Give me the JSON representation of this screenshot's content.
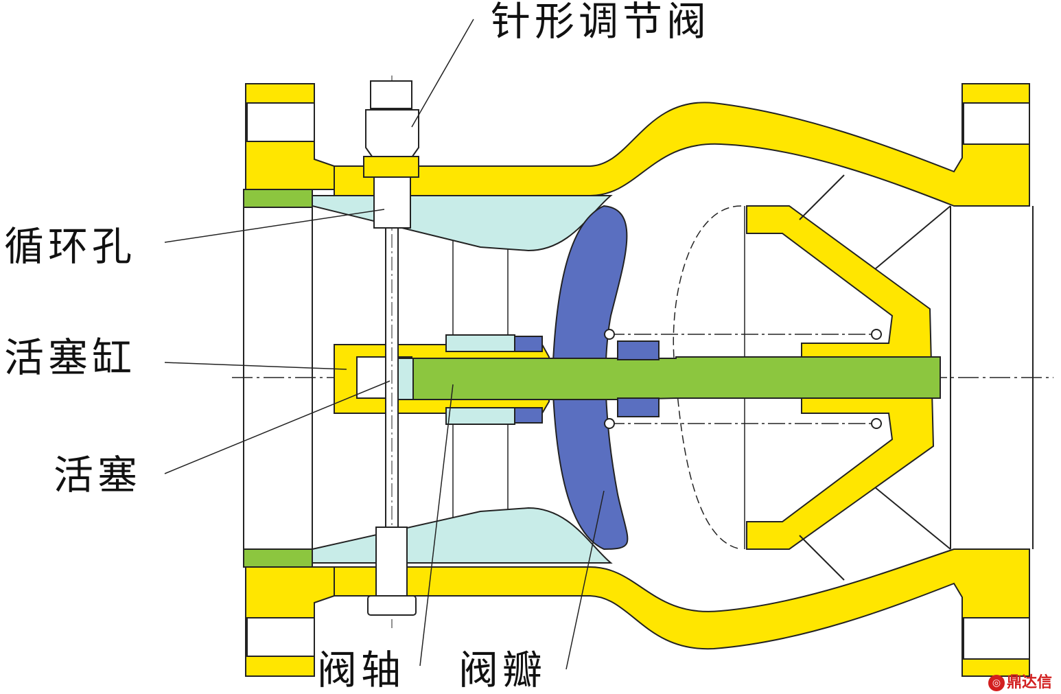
{
  "labels": {
    "needle_valve": "针形调节阀",
    "circulation_hole": "循环孔",
    "piston_cylinder": "活塞缸",
    "piston": "活塞",
    "valve_shaft": "阀轴",
    "valve_disc": "阀瓣"
  },
  "watermark": "鼎达信",
  "colors": {
    "body": "#ffe600",
    "piston_shaft": "#8cc63f",
    "valve_disc": "#5a6fc0",
    "fluid_chamber": "#c8ece8",
    "outline": "#222222"
  }
}
